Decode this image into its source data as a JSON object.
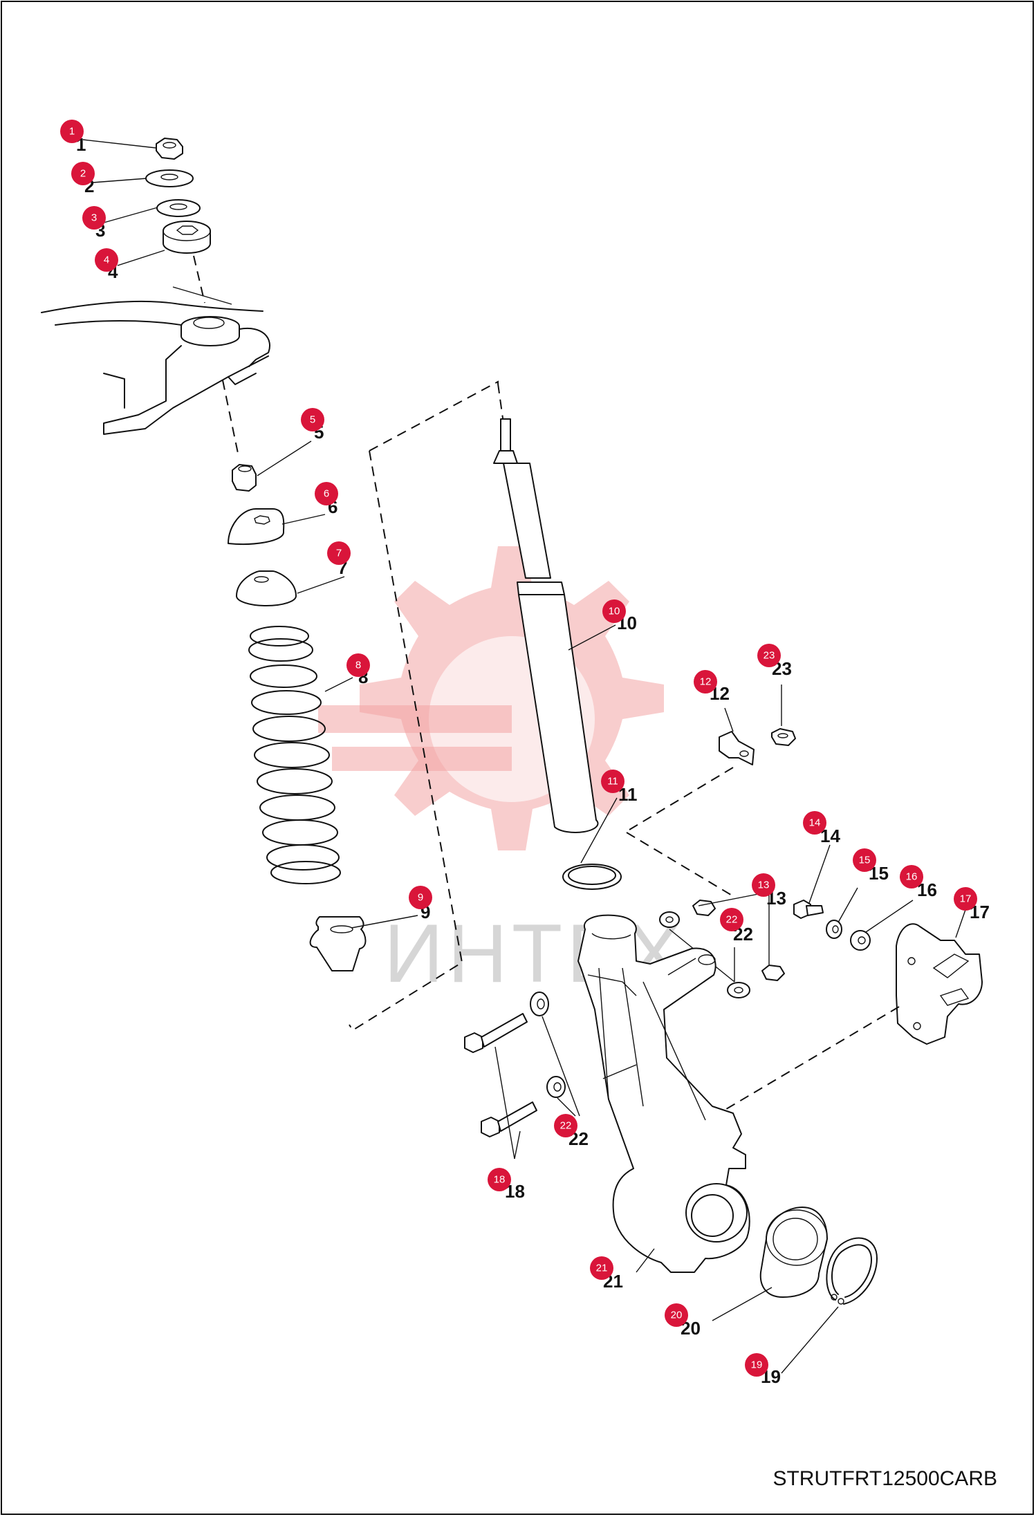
{
  "drawing_code": "STRUTFRT12500CARB",
  "watermark_text": "ИНТЕХ",
  "accent_color": "#d9153a",
  "callouts": [
    {
      "id": "c1",
      "badge": "1",
      "label": "1"
    },
    {
      "id": "c2",
      "badge": "2",
      "label": "2"
    },
    {
      "id": "c3",
      "badge": "3",
      "label": "3"
    },
    {
      "id": "c4",
      "badge": "4",
      "label": "4"
    },
    {
      "id": "c5",
      "badge": "5",
      "label": "5"
    },
    {
      "id": "c6",
      "badge": "6",
      "label": "6"
    },
    {
      "id": "c7",
      "badge": "7",
      "label": "7"
    },
    {
      "id": "c8",
      "badge": "8",
      "label": "8"
    },
    {
      "id": "c9",
      "badge": "9",
      "label": "9"
    },
    {
      "id": "c10",
      "badge": "10",
      "label": "10"
    },
    {
      "id": "c11",
      "badge": "11",
      "label": "11"
    },
    {
      "id": "c12",
      "badge": "12",
      "label": "12"
    },
    {
      "id": "c13",
      "badge": "13",
      "label": "13"
    },
    {
      "id": "c14",
      "badge": "14",
      "label": "14"
    },
    {
      "id": "c15",
      "badge": "15",
      "label": "15"
    },
    {
      "id": "c16",
      "badge": "16",
      "label": "16"
    },
    {
      "id": "c17",
      "badge": "17",
      "label": "17"
    },
    {
      "id": "c18",
      "badge": "18",
      "label": "18"
    },
    {
      "id": "c19",
      "badge": "19",
      "label": "19"
    },
    {
      "id": "c20",
      "badge": "20",
      "label": "20"
    },
    {
      "id": "c21",
      "badge": "21",
      "label": "21"
    },
    {
      "id": "c22a",
      "badge": "22",
      "label": "22"
    },
    {
      "id": "c22b",
      "badge": "22",
      "label": "22"
    },
    {
      "id": "c23",
      "badge": "23",
      "label": "23"
    }
  ]
}
